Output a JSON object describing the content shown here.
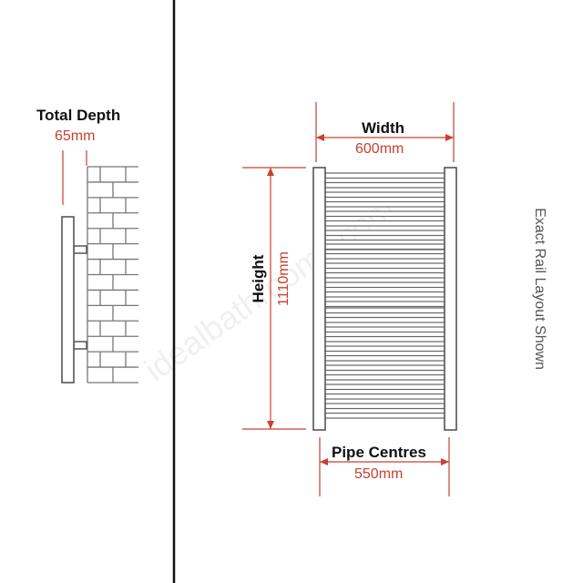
{
  "depth": {
    "title": "Total Depth",
    "value": "65mm"
  },
  "width": {
    "title": "Width",
    "value": "600mm"
  },
  "height": {
    "title": "Height",
    "value": "1110mm"
  },
  "pipe_centres": {
    "title": "Pipe Centres",
    "value": "550mm"
  },
  "side_note": "Exact Rail Layout Shown",
  "watermark": "idealbathrooms.com",
  "colors": {
    "dimension": "#c8402f",
    "outline": "#555555",
    "text": "#111111"
  }
}
